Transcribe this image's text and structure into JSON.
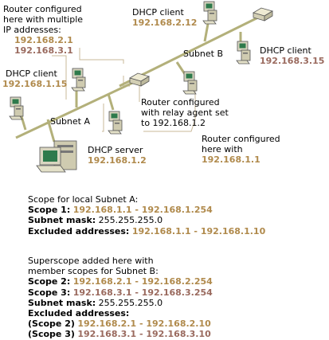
{
  "colors": {
    "segment": "#B3B07A",
    "callout_line": "#C9B89A",
    "ip_tan": "#B08A4C",
    "ip_mauve": "#9A6A5E",
    "device_body": "#D9D6C0",
    "device_screen": "#2E7A4C"
  },
  "labels": {
    "router_multi_1": "Router configured",
    "router_multi_2": "here with multiple",
    "router_multi_3": "IP addresses:",
    "router_multi_ip1": "192.168.2.1",
    "router_multi_ip2": "192.168.3.1",
    "client_top": "DHCP client",
    "client_top_ip": "192.168.2.12",
    "client_right": "DHCP client",
    "client_right_ip": "192.168.3.15",
    "subnet_b": "Subnet B",
    "client_left": "DHCP client",
    "client_left_ip": "192.168.1.15",
    "relay_1": "Router configured",
    "relay_2": "with relay agent set",
    "relay_3": "to 192.168.1.2",
    "subnet_a": "Subnet A",
    "router_a_1": "Router configured",
    "router_a_2": "here with",
    "router_a_ip": "192.168.1.1",
    "server": "DHCP server",
    "server_ip": "192.168.1.2"
  },
  "scope_a": {
    "heading": "Scope for local Subnet A:",
    "scope1_label": "Scope 1:",
    "scope1_range": "192.168.1.1 - 192.168.1.254",
    "mask_label": "Subnet mask:",
    "mask_value": "255.255.255.0",
    "excluded_label": "Excluded addresses:",
    "excluded_range": "192.168.1.1 - 192.168.1.10"
  },
  "superscope": {
    "heading_1": "Superscope added here with",
    "heading_2": "member scopes for Subnet B:",
    "scope2_label": "Scope 2:",
    "scope2_range": "192.168.2.1 - 192.168.2.254",
    "scope3_label": "Scope 3:",
    "scope3_range": "192.168.3.1 - 192.168.3.254",
    "mask_label": "Subnet mask:",
    "mask_value": "255.255.255.0",
    "excluded_label": "Excluded addresses:",
    "excl2_label": "(Scope 2)",
    "excl2_range": "192.168.2.1 - 192.168.2.10",
    "excl3_label": "(Scope 3)",
    "excl3_range": "192.168.3.1 - 192.168.3.10"
  }
}
